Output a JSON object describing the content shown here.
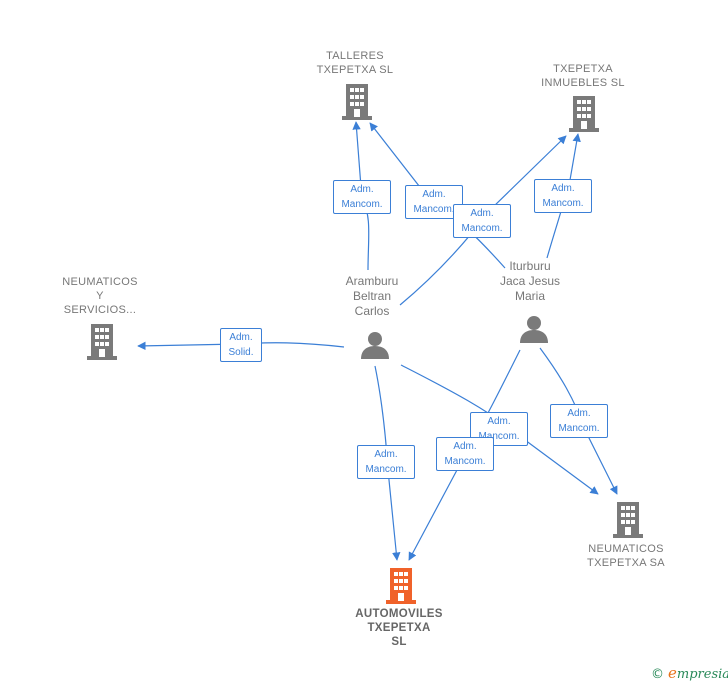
{
  "companies": {
    "talleres": "TALLERES\nTXEPETXA  SL",
    "inmuebles": "TXEPETXA\nINMUEBLES  SL",
    "neumaticos_servicios": "NEUMATICOS\nY\nSERVICIOS...",
    "neumaticos_sa": "NEUMATICOS\nTXEPETXA SA",
    "automoviles": "AUTOMOVILES\nTXEPETXA\nSL"
  },
  "persons": {
    "aramburu": "Aramburu\nBeltran\nCarlos",
    "iturburu": "Iturburu\nJaca Jesus\nMaria"
  },
  "relations": {
    "r1": "Adm.\nMancom.",
    "r2": "Adm.\nMancom.",
    "r3": "Adm.\nMancom.",
    "r4": "Adm.\nMancom.",
    "r5": "Adm.\nSolid.",
    "r6": "Adm.\nMancom.",
    "r7": "Adm.\nMancom.",
    "r8": "Adm.\nMancom.",
    "r9": "Adm.\nMancom."
  },
  "colors": {
    "edge": "#3b7fd6",
    "company_icon": "#7a7a7a",
    "main_company_icon": "#f0622a",
    "person_icon": "#7a7a7a"
  },
  "footer": {
    "copyright": "©",
    "brand_initial": "e",
    "brand_rest": "mpresia"
  }
}
